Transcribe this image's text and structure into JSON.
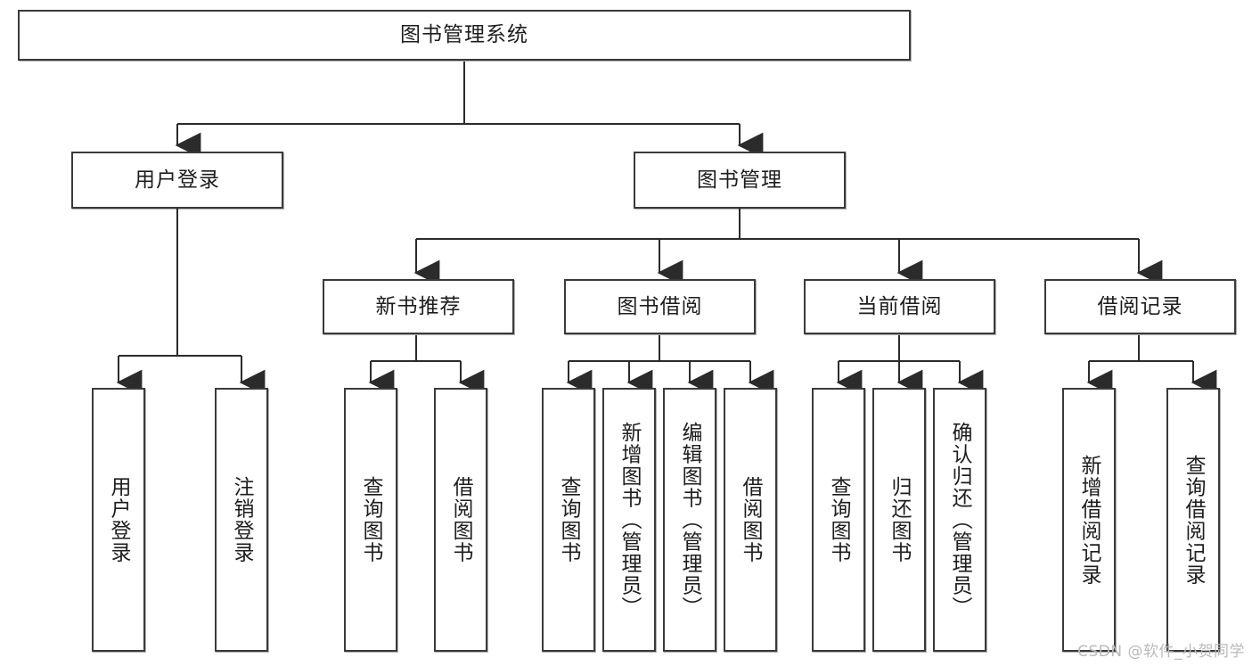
{
  "diagram": {
    "title": "图书管理系统",
    "type": "tree",
    "orientation": "top-down",
    "root": {
      "id": "root",
      "label": "图书管理系统",
      "level": 1
    },
    "level2": [
      {
        "id": "user-login",
        "label": "用户登录",
        "level": 2
      },
      {
        "id": "book-manage",
        "label": "图书管理",
        "level": 2
      }
    ],
    "level3": [
      {
        "id": "new-book-recommend",
        "label": "新书推荐",
        "level": 3,
        "parent": "book-manage"
      },
      {
        "id": "book-borrow",
        "label": "图书借阅",
        "level": 3,
        "parent": "book-manage"
      },
      {
        "id": "current-borrow",
        "label": "当前借阅",
        "level": 3,
        "parent": "book-manage"
      },
      {
        "id": "borrow-record",
        "label": "借阅记录",
        "level": 3,
        "parent": "book-manage"
      }
    ],
    "leaves": [
      {
        "id": "leaf-user-login",
        "label": "用户登录",
        "parent": "user-login"
      },
      {
        "id": "leaf-logout",
        "label": "注销登录",
        "parent": "user-login"
      },
      {
        "id": "leaf-query-book-1",
        "label": "查询图书",
        "parent": "new-book-recommend"
      },
      {
        "id": "leaf-borrow-book-1",
        "label": "借阅图书",
        "parent": "new-book-recommend"
      },
      {
        "id": "leaf-query-book-2",
        "label": "查询图书",
        "parent": "book-borrow"
      },
      {
        "id": "leaf-add-book",
        "label": "新增图书（管理员）",
        "parent": "book-borrow"
      },
      {
        "id": "leaf-edit-book",
        "label": "编辑图书（管理员）",
        "parent": "book-borrow"
      },
      {
        "id": "leaf-borrow-book-2",
        "label": "借阅图书",
        "parent": "book-borrow"
      },
      {
        "id": "leaf-query-book-3",
        "label": "查询图书",
        "parent": "current-borrow"
      },
      {
        "id": "leaf-return-book",
        "label": "归还图书",
        "parent": "current-borrow"
      },
      {
        "id": "leaf-confirm-return",
        "label": "确认归还（管理员）",
        "parent": "current-borrow"
      },
      {
        "id": "leaf-add-record",
        "label": "新增借阅记录",
        "parent": "borrow-record"
      },
      {
        "id": "leaf-query-record",
        "label": "查询借阅记录",
        "parent": "borrow-record"
      }
    ]
  },
  "watermark": {
    "text": "CSDN @软件_小贺同学"
  },
  "colors": {
    "box_border": "#3a3a3a",
    "box_fill": "#ffffff",
    "text": "#1d1d1d",
    "edge": "#2b2b2b",
    "watermark": "#b9b9b9",
    "background": "#ffffff"
  }
}
